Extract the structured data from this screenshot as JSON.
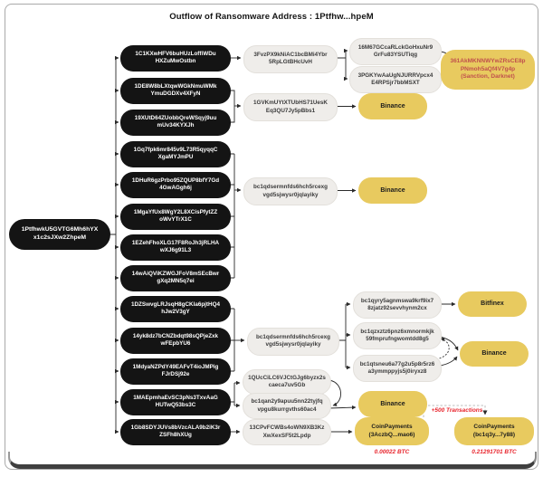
{
  "title": "Outflow of Ransomware Address : 1Ptfhw...hpeM",
  "root": {
    "l1": "1PtfhwkU5GVTG6Mh6hYX",
    "l2": "x1c2sJXw2ZhpeM"
  },
  "black_nodes": [
    {
      "l1": "1C1KXwHFV6buHUzLoffiWDu",
      "l2": "HXZuMwOstbn"
    },
    {
      "l1": "1DE8W8bLXtqwWGkNmuWMk",
      "l2": "YmuDGDXv4XFyN"
    },
    {
      "l1": "19XUtD64ZUobbQreWSqyj9uu",
      "l2": "mUv34KYXJh"
    },
    {
      "l1": "1Gq7fpk6mr845v9L73R5qyqqC",
      "l2": "XgaMYJmPU"
    },
    {
      "l1": "1DHuR6gzPrbo95ZQUP8bfY7Gd",
      "l2": "4GwAGgh6j"
    },
    {
      "l1": "1MgaYfUx8WgY2L8XCisPfytZZ",
      "l2": "oWvYTrX1C"
    },
    {
      "l1": "1EZehFhoXLG17F8RoJh3jRLHA",
      "l2": "wXJ6g91L3"
    },
    {
      "l1": "14wAiQViKZWGJFoV8mSEcBwr",
      "l2": "gXq2MN5q7ei"
    },
    {
      "l1": "1DZSwvgLRJsqH8gCKla6pjtHQ4",
      "l2": "hJw2V3gY"
    },
    {
      "l1": "14yk8dz7bCNZbdqt98sQPjeZxk",
      "l2": "wFEpbYU6"
    },
    {
      "l1": "1MdyaNZPdY49EAFvT4ioJMPig",
      "l2": "FJrDSj92e"
    },
    {
      "l1": "1MAEpmhaEvSC3pNs3TxvAaG",
      "l2": "HUTwQ53bs3C"
    },
    {
      "l1": "1Gb8SDYJUVs8bVzcALA9b2iK3r",
      "l2": "ZSFh8hXUg"
    }
  ],
  "mid": {
    "fvz": {
      "l1": "3FvzPX9kNiAC1bcBMi4Ybr",
      "l2": "5RpLGtBHcUvH"
    },
    "gvk": {
      "l1": "1GVKmUYtXTUbHS71UesK",
      "l2": "Eq3QU7Jy5pBbs1"
    },
    "derm_a": {
      "l1": "bc1qdsermnfds6hch5rcexg",
      "l2": "vgd5sjwysr0jqlayiky"
    },
    "derm_b": {
      "l1": "bc1qdsermnfds6hch5rcexg",
      "l2": "vgd5sjwysr0jqlayiky"
    },
    "qucc": {
      "l1": "1QUcCiLC6VJCtGJg6byzx2s",
      "l2": "caeca7uv5Gb"
    },
    "qan2y": {
      "l1": "bc1qan2y9apuu5nn22tyjfq",
      "l2": "vpgu8kurrgvths60ac4"
    },
    "cpv": {
      "l1": "13CPvFCWBs4oWN9XB3Kz",
      "l2": "XwXexSF5t2Lpdp"
    }
  },
  "right": {
    "m67": {
      "l1": "16M67GCcaRLckGoHxuNr9",
      "l2": "GrFu83YSUTiqg"
    },
    "pgky": {
      "l1": "3PGKYwAaUgNJURRVpcx4",
      "l2": "E4RPSjr7bbMSXT"
    },
    "qyry": {
      "l1": "bc1qyry5agnmswa9krf9ix7",
      "l2": "8zjatz92sevvhynm2cx"
    },
    "qzxztz": {
      "l1": "bc1qzxztz6pnz6xmnormkjk",
      "l2": "59fmprufngwomtdd8g5"
    },
    "qtsneu": {
      "l1": "bc1qtsneu6a77g2u5p8r5rz6",
      "l2": "a3ymmppyjs5j0iryxz8"
    }
  },
  "exchanges": {
    "sanction": {
      "l1": "361AkMKNNWYwZRsCE8p",
      "l2": "PNmoh5aQf4V7g4p",
      "l3": "(Sanction, Darknet)"
    },
    "binance": "Binance",
    "bitfinex": "Bitfinex",
    "coinpay1": {
      "l1": "CoinPayments",
      "l2": "(3AczbQ...mao6)"
    },
    "coinpay2": {
      "l1": "CoinPayments",
      "l2": "(bc1q3y...7y88)"
    }
  },
  "labels": {
    "transactions": "+500 Transactions",
    "btc_small": "0.00022 BTC",
    "btc_large": "0.21291701 BTC"
  },
  "colors": {
    "node_black": "#141414",
    "node_gray": "#efedea",
    "node_yellow": "#e8ca5f",
    "accent_red": "#e8242c",
    "sanction_text": "#c0504d"
  }
}
